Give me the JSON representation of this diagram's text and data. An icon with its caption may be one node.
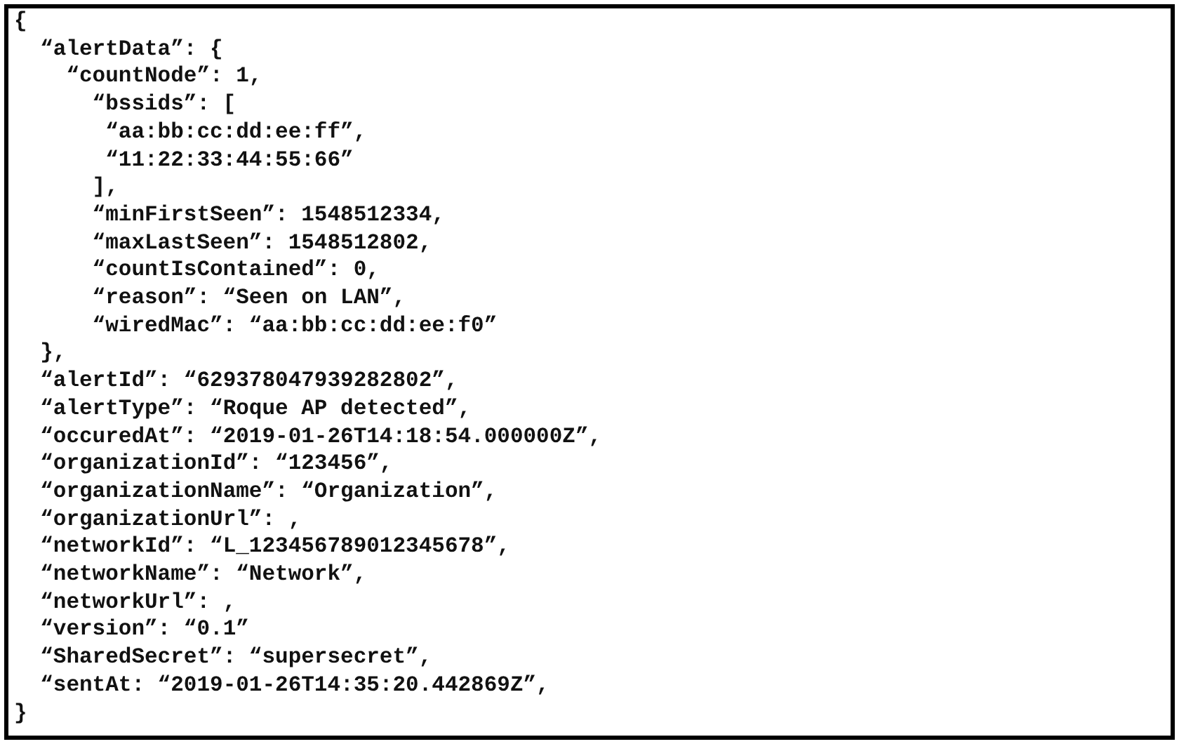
{
  "diagram": {
    "labels": [
      "{",
      "“alertData”: {",
      "“countNode”: 1,",
      "“bssids”: [",
      "“aa:bb:cc:dd:ee:ff”,",
      "“11:22:33:44:55:66”",
      "],",
      "“minFirstSeen”: 1548512334,",
      "“maxLastSeen”: 1548512802,",
      "“countIsContained”: 0,",
      "“reason”: “Seen on LAN”,",
      "“wiredMac”: “aa:bb:cc:dd:ee:f0”",
      "},",
      "“alertId”: “629378047939282802”,",
      "“alertType”: “Roque AP detected”,",
      "“occuredAt”: “2019-01-26T14:18:54.000000Z”,",
      "“organizationId”: “123456”,",
      "“organizationName”: “Organization”,",
      "“organizationUrl”: ,",
      "“networkId”: “L_123456789012345678”,",
      "“networkName”: “Network”,",
      "“networkUrl”: ,",
      "“version”: “0.1”",
      "“SharedSecret”: “supersecret”,",
      "“sentAt: “2019-01-26T14:35:20.442869Z”,",
      "}"
    ]
  }
}
